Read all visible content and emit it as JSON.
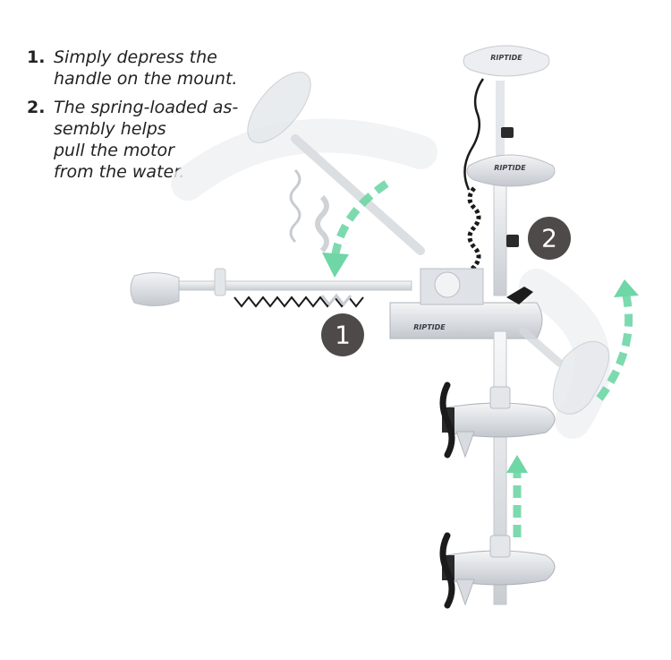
{
  "steps": [
    {
      "number": "1.",
      "text": "Simply depress the\nhandle on the mount."
    },
    {
      "number": "2.",
      "text": "The spring-loaded as-\nsembly helps\npull the motor\nfrom the water."
    }
  ],
  "badges": [
    {
      "label": "1"
    },
    {
      "label": "2"
    }
  ],
  "brand_text": "RIPTIDE",
  "colors": {
    "text": "#222222",
    "badge": "#4d4a49",
    "arrow": "#6fd6a6",
    "motor_body": "#e9ebee",
    "motor_shadow": "#b9bec5",
    "prop": "#1b1b1b",
    "coil": "#1a1a1a",
    "coil_ghost": "#c8ccd0"
  }
}
